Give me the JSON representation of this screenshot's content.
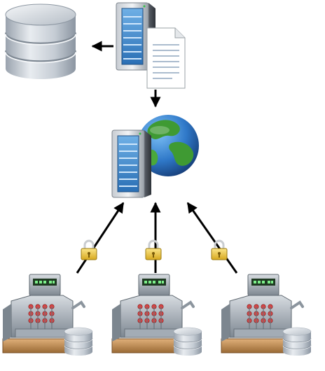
{
  "diagram": {
    "nodes": [
      {
        "id": "central-database",
        "type": "database",
        "icon": "database-icon"
      },
      {
        "id": "file-server",
        "type": "server-with-document",
        "icon": "server-document-icon"
      },
      {
        "id": "web-server",
        "type": "server-with-globe",
        "icon": "web-server-globe-icon"
      },
      {
        "id": "pos-terminal-1",
        "type": "cash-register-with-local-db",
        "icon": "cash-register-icon"
      },
      {
        "id": "pos-terminal-2",
        "type": "cash-register-with-local-db",
        "icon": "cash-register-icon"
      },
      {
        "id": "pos-terminal-3",
        "type": "cash-register-with-local-db",
        "icon": "cash-register-icon"
      }
    ],
    "connections": [
      {
        "from": "file-server",
        "to": "central-database",
        "secure": false
      },
      {
        "from": "file-server",
        "to": "web-server",
        "secure": false
      },
      {
        "from": "pos-terminal-1",
        "to": "web-server",
        "secure": true
      },
      {
        "from": "pos-terminal-2",
        "to": "web-server",
        "secure": true
      },
      {
        "from": "pos-terminal-3",
        "to": "web-server",
        "secure": true
      }
    ],
    "icons": {
      "secure_link": "padlock-icon"
    },
    "colors": {
      "arrow": "#000000",
      "server_body": "#d9dde2",
      "server_panel": "#3f87c9",
      "database": "#c8ced6",
      "globe_ocean": "#2f78c8",
      "globe_land": "#3f9a33",
      "padlock": "#f2cf46",
      "register_body": "#9aa4ae",
      "register_base": "#b8824a",
      "register_keys": "#d84545",
      "register_display": "#1f3a22"
    }
  }
}
